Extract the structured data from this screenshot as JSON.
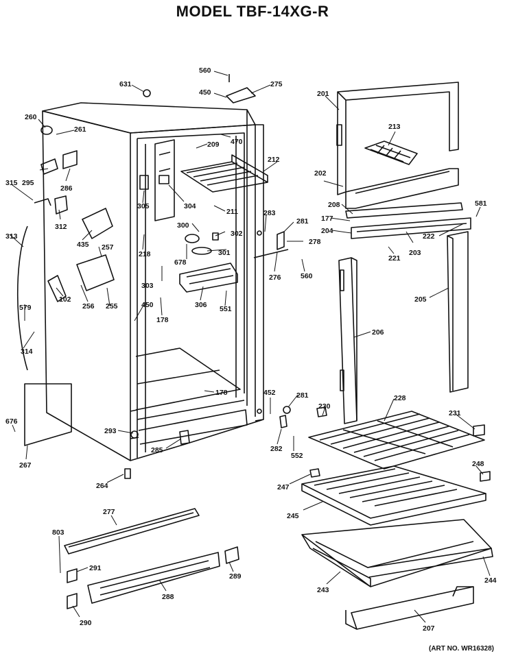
{
  "title": "MODEL TBF-14XG-R",
  "art_number": "(ART NO. WR16328)",
  "parts": [
    {
      "id": "p631",
      "label": "631"
    },
    {
      "id": "p560a",
      "label": "560"
    },
    {
      "id": "p450a",
      "label": "450"
    },
    {
      "id": "p275",
      "label": "275"
    },
    {
      "id": "p201",
      "label": "201"
    },
    {
      "id": "p260",
      "label": "260"
    },
    {
      "id": "p261",
      "label": "261"
    },
    {
      "id": "p209",
      "label": "209"
    },
    {
      "id": "p470",
      "label": "470"
    },
    {
      "id": "p213",
      "label": "213"
    },
    {
      "id": "p295",
      "label": "295"
    },
    {
      "id": "p286",
      "label": "286"
    },
    {
      "id": "p212",
      "label": "212"
    },
    {
      "id": "p202",
      "label": "202"
    },
    {
      "id": "p315",
      "label": "315"
    },
    {
      "id": "p305",
      "label": "305"
    },
    {
      "id": "p304",
      "label": "304"
    },
    {
      "id": "p283",
      "label": "283"
    },
    {
      "id": "p208",
      "label": "208"
    },
    {
      "id": "p581",
      "label": "581"
    },
    {
      "id": "p312",
      "label": "312"
    },
    {
      "id": "p211",
      "label": "211"
    },
    {
      "id": "p281a",
      "label": "281"
    },
    {
      "id": "p177",
      "label": "177"
    },
    {
      "id": "p204",
      "label": "204"
    },
    {
      "id": "p222",
      "label": "222"
    },
    {
      "id": "p313",
      "label": "313"
    },
    {
      "id": "p435",
      "label": "435"
    },
    {
      "id": "p300",
      "label": "300"
    },
    {
      "id": "p302",
      "label": "302"
    },
    {
      "id": "p278",
      "label": "278"
    },
    {
      "id": "p203",
      "label": "203"
    },
    {
      "id": "p218",
      "label": "218"
    },
    {
      "id": "p257",
      "label": "257"
    },
    {
      "id": "p678",
      "label": "678"
    },
    {
      "id": "p301",
      "label": "301"
    },
    {
      "id": "p221",
      "label": "221"
    },
    {
      "id": "p276",
      "label": "276"
    },
    {
      "id": "p560b",
      "label": "560"
    },
    {
      "id": "p303",
      "label": "303"
    },
    {
      "id": "p102",
      "label": "102"
    },
    {
      "id": "p256",
      "label": "256"
    },
    {
      "id": "p255",
      "label": "255"
    },
    {
      "id": "p306",
      "label": "306"
    },
    {
      "id": "p205",
      "label": "205"
    },
    {
      "id": "p579",
      "label": "579"
    },
    {
      "id": "p450b",
      "label": "450"
    },
    {
      "id": "p551",
      "label": "551"
    },
    {
      "id": "p178a",
      "label": "178"
    },
    {
      "id": "p314",
      "label": "314"
    },
    {
      "id": "p206",
      "label": "206"
    },
    {
      "id": "p178b",
      "label": "178"
    },
    {
      "id": "p452",
      "label": "452"
    },
    {
      "id": "p281b",
      "label": "281"
    },
    {
      "id": "p228",
      "label": "228"
    },
    {
      "id": "p230",
      "label": "230"
    },
    {
      "id": "p676",
      "label": "676"
    },
    {
      "id": "p231",
      "label": "231"
    },
    {
      "id": "p293",
      "label": "293"
    },
    {
      "id": "p282",
      "label": "282"
    },
    {
      "id": "p285",
      "label": "285"
    },
    {
      "id": "p552",
      "label": "552"
    },
    {
      "id": "p267",
      "label": "267"
    },
    {
      "id": "p248",
      "label": "248"
    },
    {
      "id": "p264",
      "label": "264"
    },
    {
      "id": "p247",
      "label": "247"
    },
    {
      "id": "p245",
      "label": "245"
    },
    {
      "id": "p277",
      "label": "277"
    },
    {
      "id": "p803",
      "label": "803"
    },
    {
      "id": "p291",
      "label": "291"
    },
    {
      "id": "p289",
      "label": "289"
    },
    {
      "id": "p244",
      "label": "244"
    },
    {
      "id": "p243",
      "label": "243"
    },
    {
      "id": "p288",
      "label": "288"
    },
    {
      "id": "p290",
      "label": "290"
    },
    {
      "id": "p207",
      "label": "207"
    }
  ]
}
